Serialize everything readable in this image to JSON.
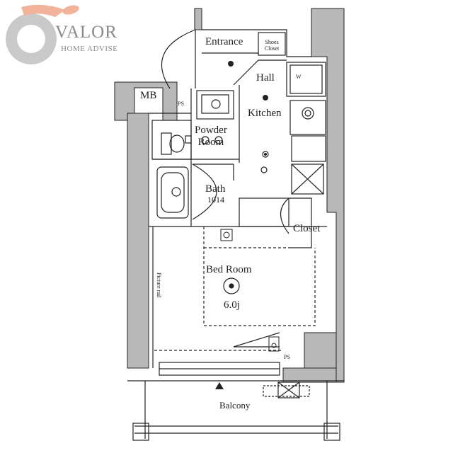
{
  "brand": {
    "name": "VALOR",
    "tagline": "HOME ADVISE",
    "colors": {
      "accent": "#f0a58a",
      "gray": "#c8c8c8",
      "text": "#8a8a8a"
    }
  },
  "rooms": {
    "entrance": "Entrance",
    "shoes_closet": "Shoes\nCloset",
    "hall": "Hall",
    "kitchen": "Kitchen",
    "powder_room": "Powder\nRoom",
    "bath": "Bath",
    "bath_size": "1014",
    "closet": "Closet",
    "bed_room": "Bed Room",
    "bed_room_size": "6.0j",
    "balcony": "Balcony",
    "mb": "MB",
    "w": "W",
    "ps_left": "PS",
    "ps_right": "PS",
    "picture_rail": "Picture rail"
  }
}
